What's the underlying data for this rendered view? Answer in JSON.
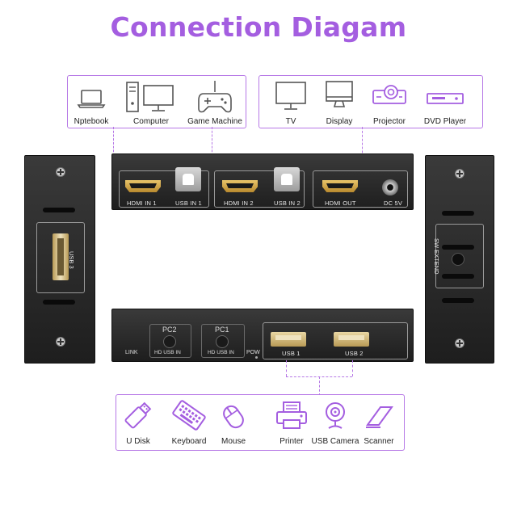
{
  "title": "Connection Diagam",
  "top_left_devices": [
    {
      "icon": "laptop-icon",
      "label": "Nptebook"
    },
    {
      "icon": "desktop-computer-icon",
      "label": "Computer"
    },
    {
      "icon": "gamepad-icon",
      "label": "Game Machine"
    }
  ],
  "top_right_devices": [
    {
      "icon": "tv-icon",
      "label": "TV"
    },
    {
      "icon": "monitor-icon",
      "label": "Display"
    },
    {
      "icon": "projector-icon",
      "label": "Projector"
    },
    {
      "icon": "dvd-player-icon",
      "label": "DVD Player"
    }
  ],
  "top_panel_ports": {
    "hdmi_in_1": "HDMI IN 1",
    "usb_in_1": "USB IN 1",
    "hdmi_in_2": "HDMI IN 2",
    "usb_in_2": "USB IN 2",
    "hdmi_out": "HDMI OUT",
    "dc": "DC 5V"
  },
  "left_side_label": "USB 3",
  "right_side_label": "SW EXTEND",
  "bottom_panel": {
    "pc2": "PC2",
    "pc1": "PC1",
    "pc2_leds": "HD USB  IN",
    "pc1_leds": "HD USB  IN",
    "pow": "POW",
    "link": "LINK",
    "usb1": "USB 1",
    "usb2": "USB 2"
  },
  "bottom_devices": [
    {
      "icon": "usb-disk-icon",
      "label": "U Disk"
    },
    {
      "icon": "keyboard-icon",
      "label": "Keyboard"
    },
    {
      "icon": "mouse-icon",
      "label": "Mouse"
    },
    {
      "icon": "printer-icon",
      "label": "Printer"
    },
    {
      "icon": "usb-camera-icon",
      "label": "USB Camera"
    },
    {
      "icon": "scanner-icon",
      "label": "Scanner"
    }
  ],
  "colors": {
    "accent": "#a45ee0",
    "panel": "#2a2a2a",
    "gold": "#d4a94a"
  }
}
